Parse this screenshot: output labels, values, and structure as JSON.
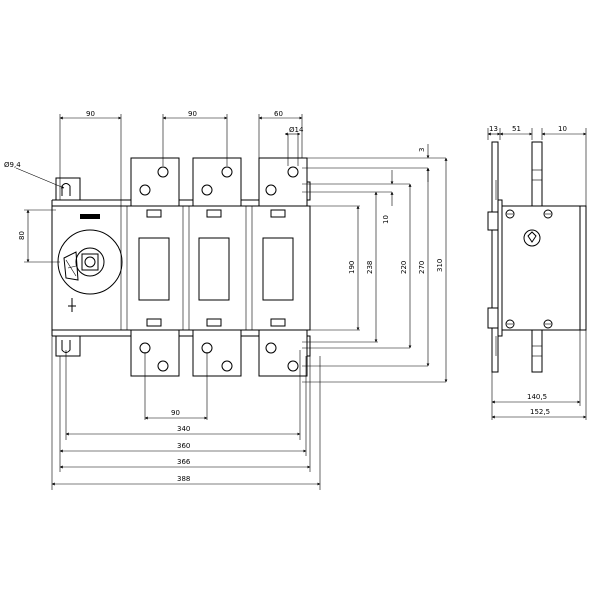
{
  "drawing": {
    "front_view": {
      "top_dims": {
        "left_pitch": "90",
        "mid_pitch": "90",
        "right_pitch": "60",
        "hole_dia": "Ø14"
      },
      "mount_hole_callout": "Ø9,4",
      "handle_offset": "80",
      "vertical_dims": {
        "d3": "3",
        "d10": "10",
        "d190": "190",
        "d238": "238",
        "d220": "220",
        "d270": "270",
        "d310": "310"
      },
      "bottom_pitch": "90",
      "horizontal_dims": {
        "d340": "340",
        "d360": "360",
        "d366": "366",
        "d388": "388"
      }
    },
    "side_view": {
      "top_dims": {
        "d13": "13",
        "d51": "51",
        "d10": "10"
      },
      "bottom_dims": {
        "d140_5": "140,5",
        "d152_5": "152,5"
      }
    }
  }
}
